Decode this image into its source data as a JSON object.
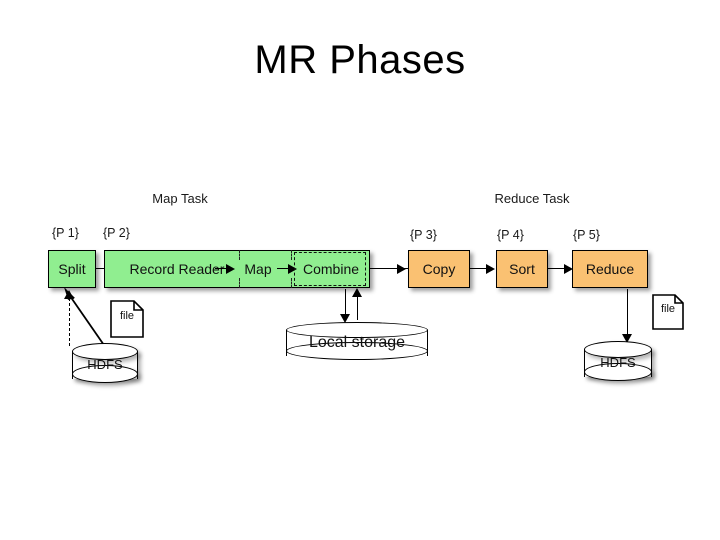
{
  "slide": {
    "title": "MR Phases",
    "background": "#ffffff"
  },
  "colors": {
    "map_phase_fill": "#90ee90",
    "reduce_phase_fill": "#fac172",
    "stroke": "#000000",
    "datastore_fill": "#ffffff"
  },
  "groups": [
    {
      "id": "map-task",
      "label": "Map Task"
    },
    {
      "id": "reduce-task",
      "label": "Reduce Task"
    }
  ],
  "phase_tags": [
    {
      "id": "p1",
      "label": "{P 1}"
    },
    {
      "id": "p2",
      "label": "{P 2}"
    },
    {
      "id": "p3",
      "label": "{P 3}"
    },
    {
      "id": "p4",
      "label": "{P 4}"
    },
    {
      "id": "p5",
      "label": "{P 5}"
    }
  ],
  "map_task": {
    "label": "Map Task",
    "split": {
      "label": "Split",
      "tag": "{P 1}"
    },
    "band": {
      "tag": "{P 2}",
      "stages": [
        {
          "id": "record-reader",
          "label": "Record Reader",
          "optional": false
        },
        {
          "id": "map",
          "label": "Map",
          "optional": false
        },
        {
          "id": "combine",
          "label": "Combine",
          "optional": true
        }
      ]
    }
  },
  "reduce_task": {
    "label": "Reduce Task",
    "stages": [
      {
        "id": "copy",
        "label": "Copy",
        "tag": "{P 3}"
      },
      {
        "id": "sort",
        "label": "Sort",
        "tag": "{P 4}"
      },
      {
        "id": "reduce",
        "label": "Reduce",
        "tag": "{P 5}"
      }
    ]
  },
  "datastores": [
    {
      "id": "hdfs-input",
      "label": "HDFS",
      "shape": "cylinder"
    },
    {
      "id": "local-storage",
      "label": "Local storage",
      "shape": "cylinder"
    },
    {
      "id": "hdfs-output",
      "label": "HDFS",
      "shape": "cylinder"
    }
  ],
  "file_icons": [
    {
      "id": "file-input",
      "label": "file"
    },
    {
      "id": "file-output",
      "label": "file"
    }
  ],
  "flows": [
    {
      "id": "split-to-record-reader",
      "style": "solid",
      "direction": "right"
    },
    {
      "id": "record-reader-to-map",
      "style": "solid",
      "direction": "right"
    },
    {
      "id": "map-to-combine",
      "style": "solid",
      "direction": "right"
    },
    {
      "id": "combine-to-copy",
      "style": "solid",
      "direction": "right"
    },
    {
      "id": "copy-to-sort",
      "style": "solid",
      "direction": "right"
    },
    {
      "id": "sort-to-reduce",
      "style": "solid",
      "direction": "right"
    },
    {
      "id": "hdfs-input-to-split",
      "style": "solid",
      "direction": "up"
    },
    {
      "id": "hdfs-input-to-record-reader",
      "style": "dashed",
      "direction": "up"
    },
    {
      "id": "combine-to-local-storage",
      "style": "solid",
      "direction": "down"
    },
    {
      "id": "local-storage-to-copy",
      "style": "solid",
      "direction": "up"
    },
    {
      "id": "reduce-to-hdfs-output",
      "style": "solid",
      "direction": "down"
    }
  ]
}
